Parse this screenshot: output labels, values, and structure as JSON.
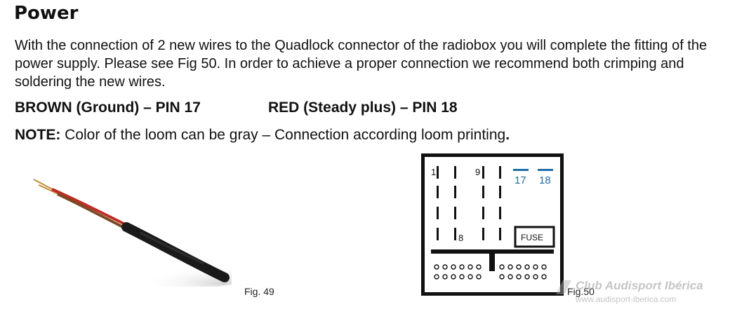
{
  "heading": "Power",
  "paragraph": "With the connection of 2 new wires to the Quadlock connector of the radiobox you will complete the fitting of the power supply. Please see Fig 50. In order to achieve a proper connection we recommend both crimping and soldering the new wires.",
  "pins": {
    "brown": "BROWN (Ground) – PIN 17",
    "red": "RED (Steady plus) – PIN 18"
  },
  "note": {
    "label": "NOTE:",
    "text": " Color of the loom can be gray – Connection according loom printing",
    "end": "."
  },
  "figures": {
    "fig49_caption": "Fig. 49",
    "fig50_caption": "Fig.50"
  },
  "connector": {
    "pin_labels": [
      "1",
      "9",
      "8"
    ],
    "power_pins": [
      "17",
      "18"
    ],
    "fuse_label": "FUSE",
    "highlight_color": "#1f6fa8"
  },
  "watermark": {
    "title": "Club Audisport Ibérica",
    "url": "www.audisport-iberica.com"
  }
}
